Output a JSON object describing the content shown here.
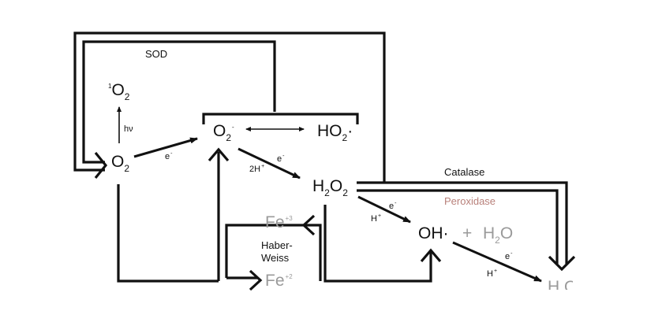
{
  "colors": {
    "line": "#111111",
    "grey_species": "#9a9a9a",
    "peroxidase_label": "#b8807a",
    "background": "#ffffff"
  },
  "species": {
    "singlet_o2": {
      "sup": "1",
      "base": "O",
      "sub": "2"
    },
    "o2": {
      "base": "O",
      "sub": "2"
    },
    "superoxide": {
      "base": "O",
      "sub": "2",
      "sup": "-"
    },
    "ho2": {
      "base": "HO",
      "sub": "2",
      "suffix": "·"
    },
    "h2o2": {
      "base1": "H",
      "sub1": "2",
      "base2": "O",
      "sub2": "2"
    },
    "oh_radical": "OH·",
    "plus": "+",
    "h2o": {
      "base1": "H",
      "sub": "2",
      "base2": "O"
    },
    "fe3": {
      "base": "Fe",
      "sup": "+3"
    },
    "fe2": {
      "base": "Fe",
      "sup": "+2"
    },
    "h2o_partial": "H O"
  },
  "labels": {
    "sod": "SOD",
    "hv": "hν",
    "catalase": "Catalase",
    "peroxidase": "Peroxidase",
    "haber": "Haber-",
    "weiss": "Weiss"
  },
  "reaction_labels": {
    "e_o2": "e",
    "e_o2_sup": "-",
    "e_superoxide": "e",
    "e_superoxide_sup": "-",
    "two_h": "2H",
    "two_h_sup": "+",
    "e_h2o2": "e",
    "e_h2o2_sup": "-",
    "h_h2o2": "H",
    "h_h2o2_sup": "+",
    "e_oh": "e",
    "e_oh_sup": "-",
    "h_oh": "H",
    "h_oh_sup": "+"
  }
}
